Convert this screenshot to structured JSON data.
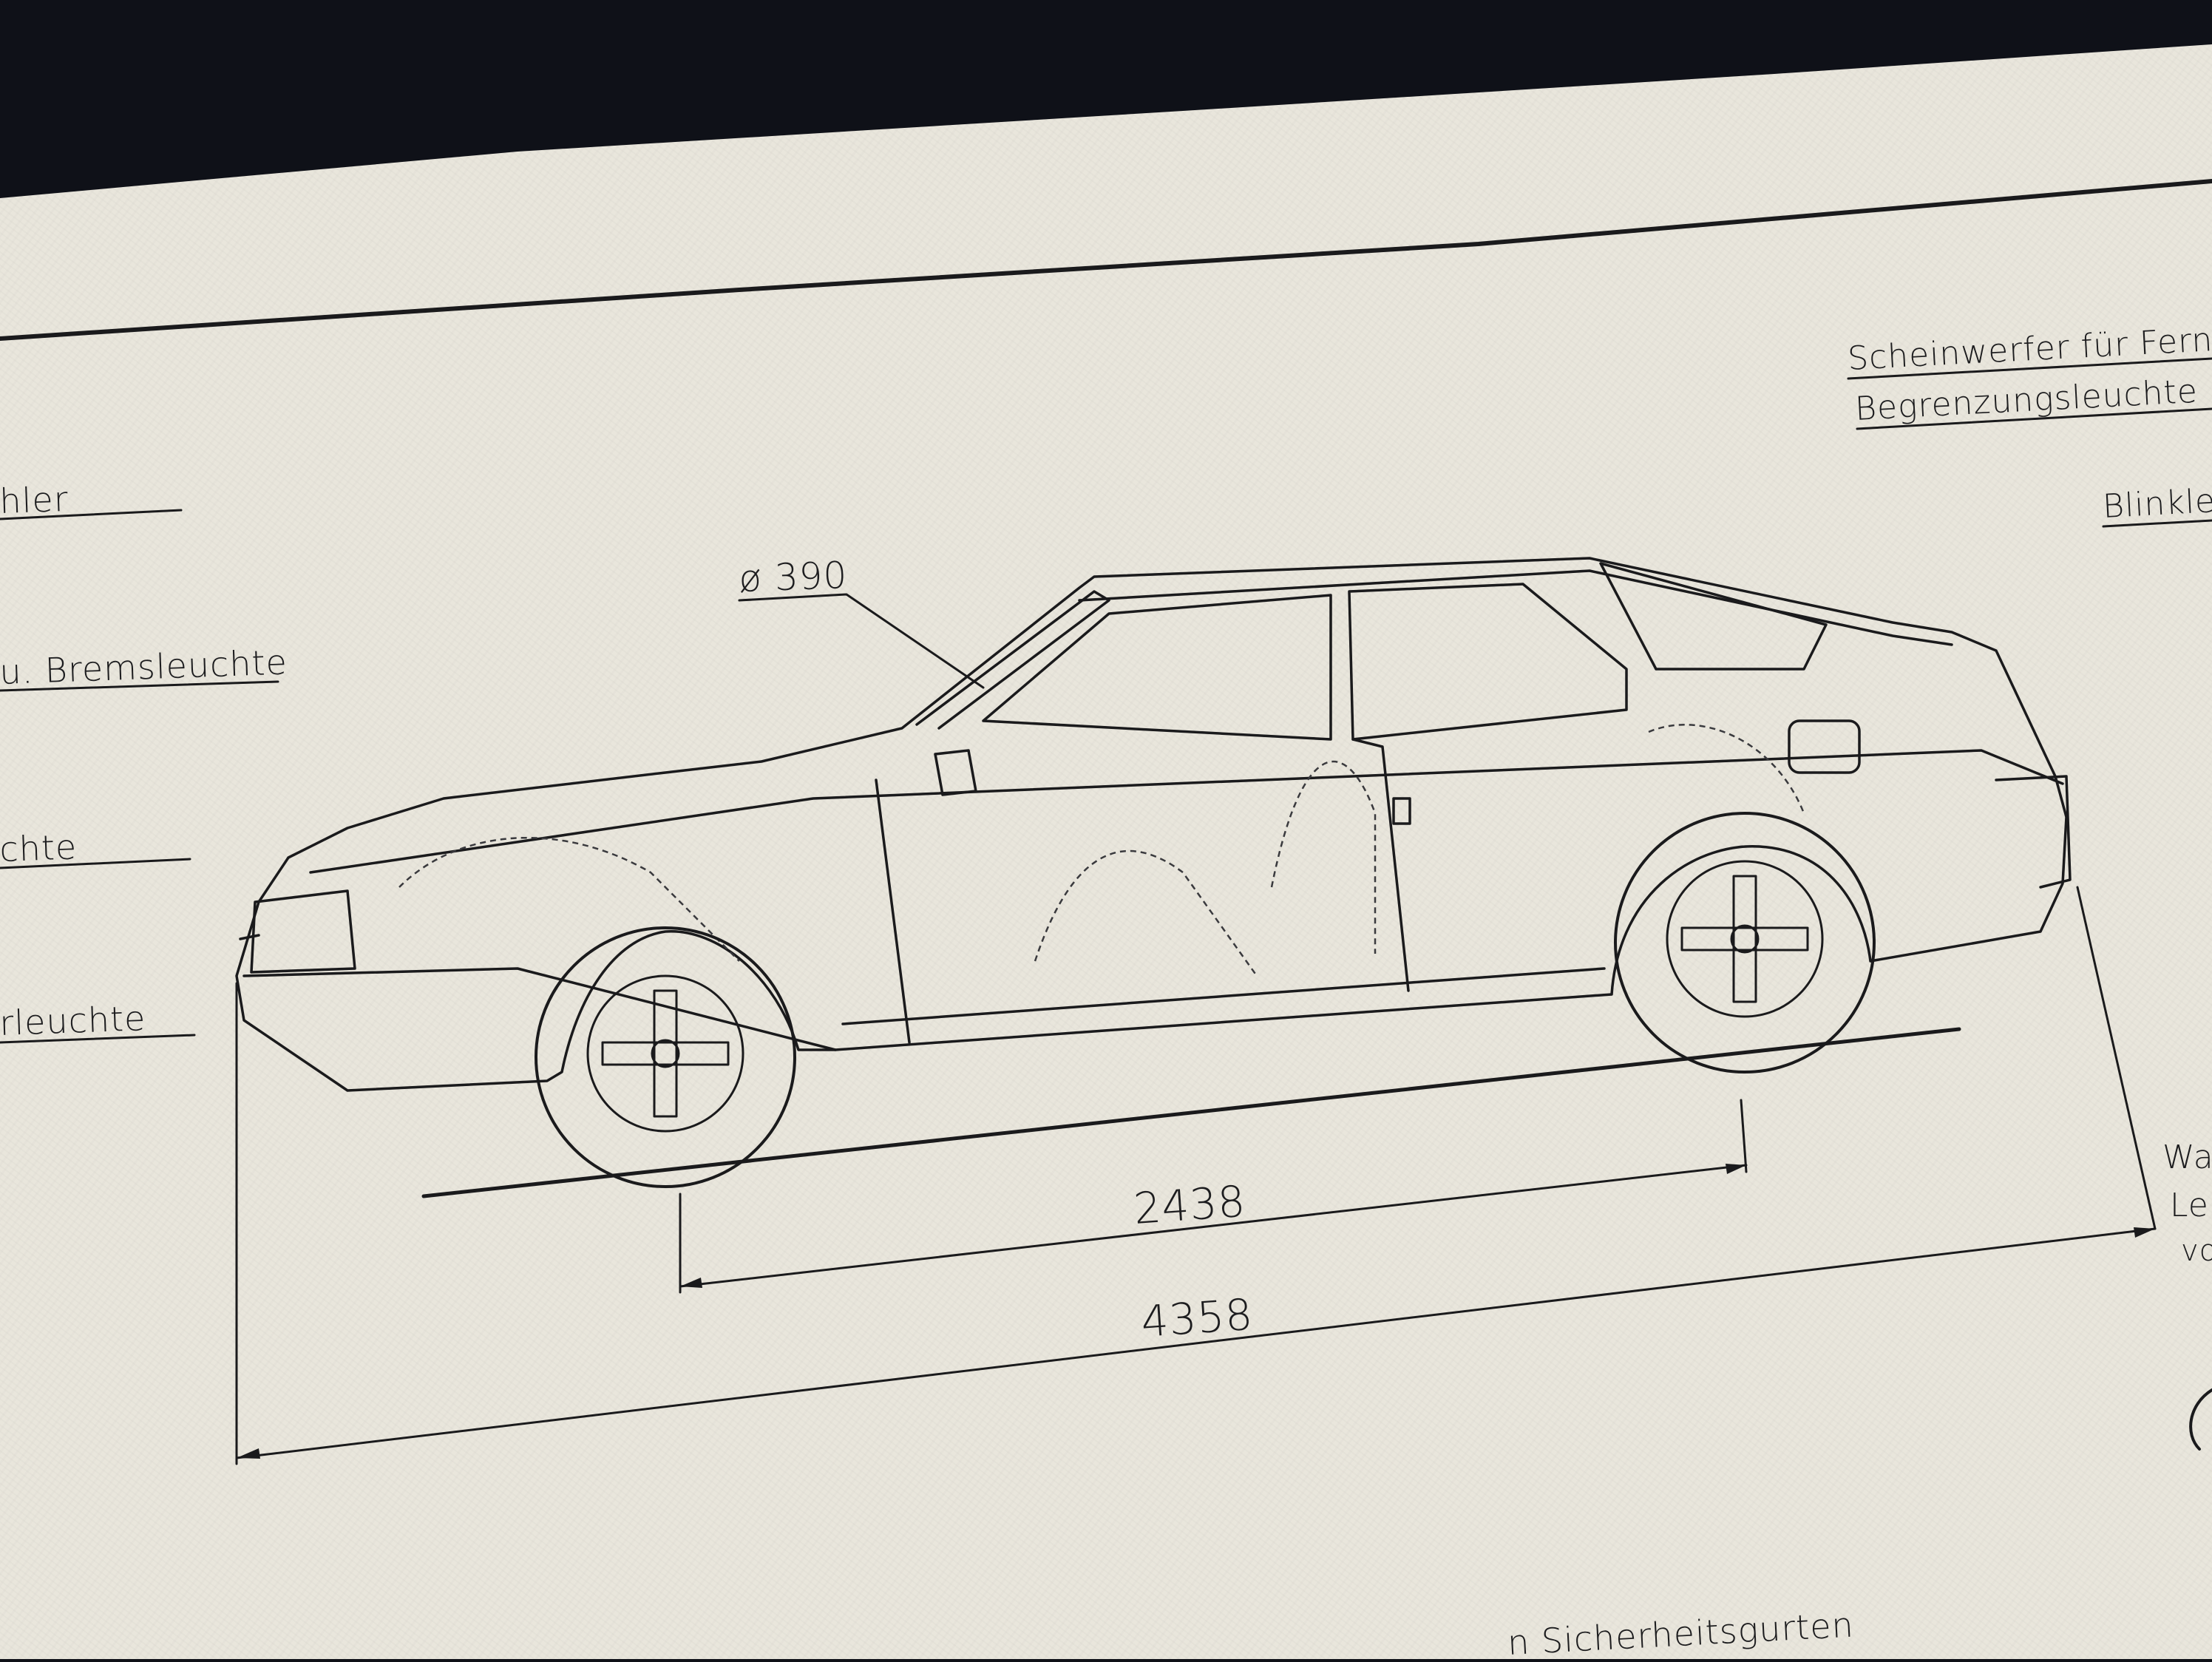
{
  "labels": {
    "left_1": "hler",
    "left_2": "u. Bremsleuchte",
    "left_3": "chte",
    "left_4": "rleuchte",
    "right_1a": "Scheinwerfer  für  Fern  u",
    "right_1b": "Begrenzungsleuchte",
    "right_2": "Blinkle",
    "right_3a": "Wa",
    "right_3b": "Lei",
    "right_3c": "vo",
    "bottom": "n Sicherheitsgurten",
    "diameter": "ø 390"
  },
  "dimensions": {
    "wheelbase": "2438",
    "overall_length": "4358"
  },
  "colors": {
    "paper": "#e9e6dc",
    "ink": "#1a1a1c",
    "background": "#0f1118"
  }
}
